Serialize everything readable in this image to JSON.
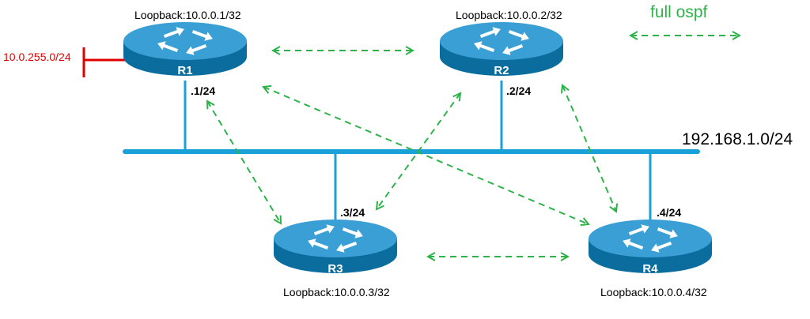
{
  "colors": {
    "link": "#1aa1d8",
    "ospf": "#2db34a",
    "external": "#e00000",
    "router_top": "#3a9fd4",
    "router_side": "#0b6d9e"
  },
  "legend": {
    "text": "full ospf"
  },
  "lan": {
    "subnet": "192.168.1.0/24"
  },
  "external_net": {
    "subnet": "10.0.255.0/24"
  },
  "routers": [
    {
      "name": "R1",
      "loopback": "Loopback:10.0.0.1/32",
      "iface": ".1/24",
      "icon": "router-icon"
    },
    {
      "name": "R2",
      "loopback": "Loopback:10.0.0.2/32",
      "iface": ".2/24",
      "icon": "router-icon"
    },
    {
      "name": "R3",
      "loopback": "Loopback:10.0.0.3/32",
      "iface": ".3/24",
      "icon": "router-icon"
    },
    {
      "name": "R4",
      "loopback": "Loopback:10.0.0.4/32",
      "iface": ".4/24",
      "icon": "router-icon"
    }
  ],
  "adjacencies": [
    [
      "R1",
      "R2"
    ],
    [
      "R1",
      "R3"
    ],
    [
      "R1",
      "R4"
    ],
    [
      "R2",
      "R3"
    ],
    [
      "R2",
      "R4"
    ],
    [
      "R3",
      "R4"
    ]
  ]
}
